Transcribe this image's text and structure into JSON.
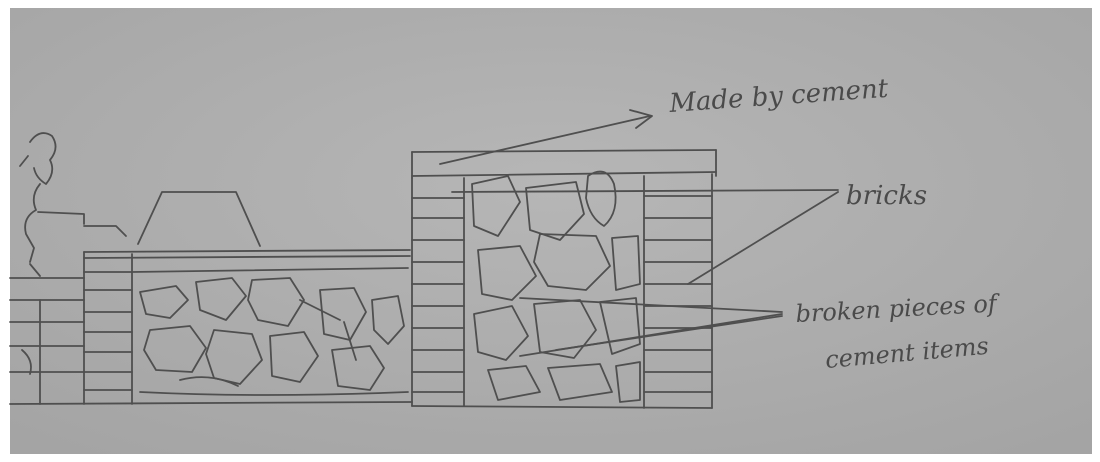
{
  "colors": {
    "paper": "#aeaeae",
    "pencil": "#4f4f4f",
    "border": "#ffffff"
  },
  "labels": {
    "made_by_cement": "Made by cement",
    "bricks": "bricks",
    "broken_pieces_line1": "broken pieces of",
    "broken_pieces_line2": "cement items"
  }
}
